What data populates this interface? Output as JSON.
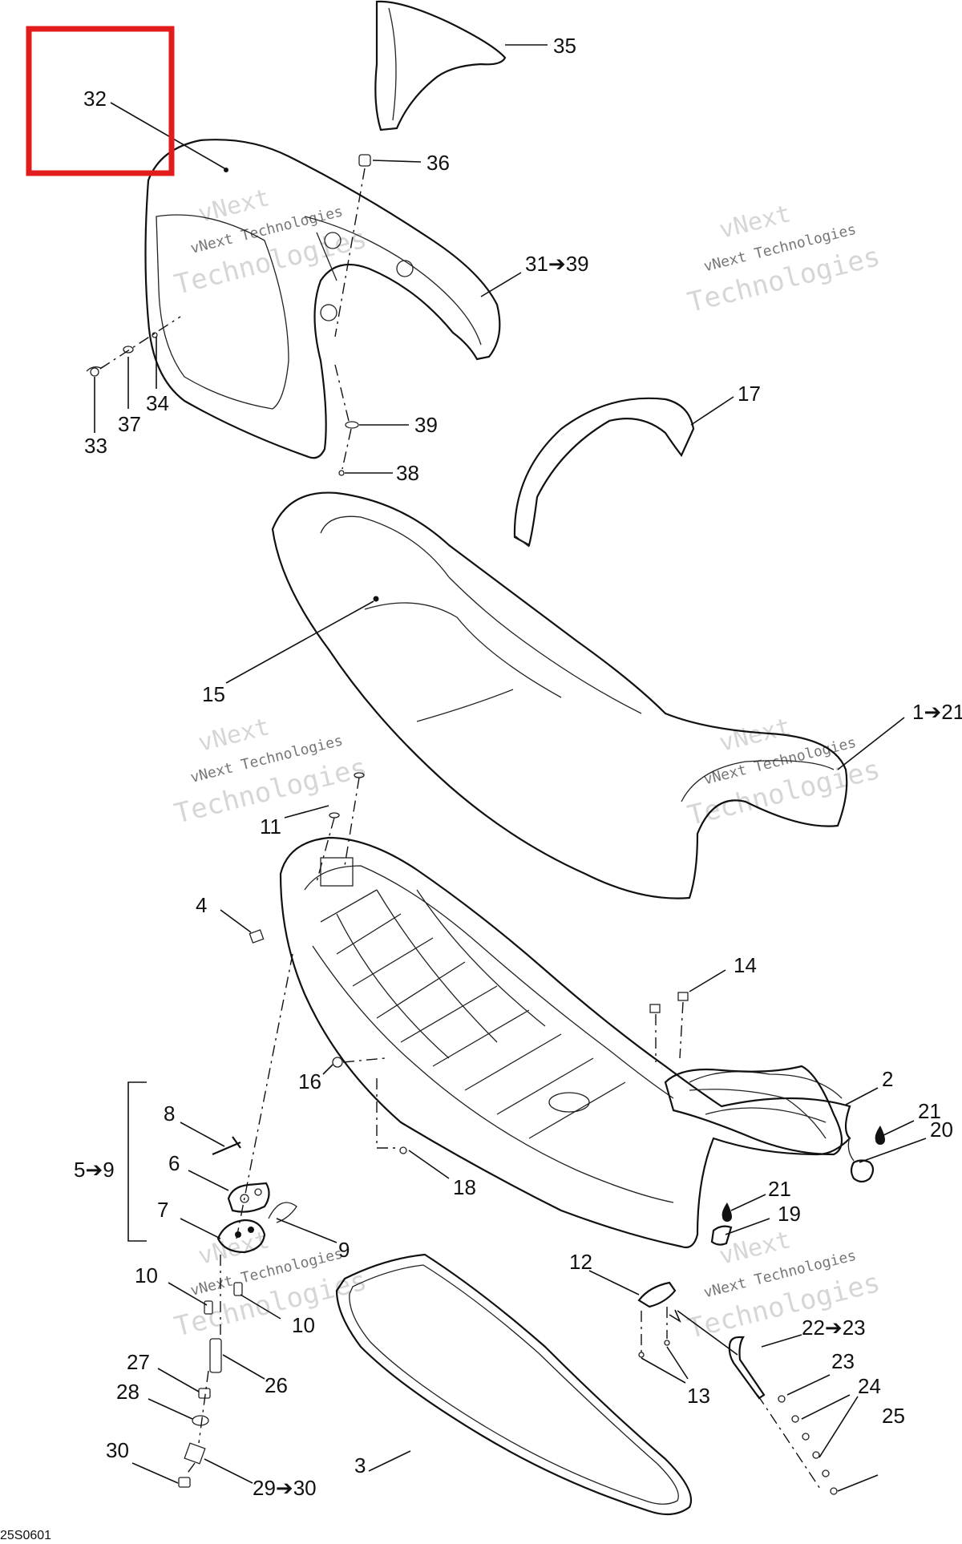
{
  "highlight": {
    "color": "#e21c1c",
    "target": "32"
  },
  "callouts": {
    "c35": "35",
    "c36": "36",
    "c32": "32",
    "c31_39": "31➔39",
    "c34": "34",
    "c37": "37",
    "c33": "33",
    "c39": "39",
    "c38": "38",
    "c17": "17",
    "c15": "15",
    "c1_21": "1➔21",
    "c11": "11",
    "c4": "4",
    "c14": "14",
    "c16": "16",
    "c2": "2",
    "c21a": "21",
    "c20": "20",
    "c8": "8",
    "c6": "6",
    "c5_9": "5➔9",
    "c18": "18",
    "c21b": "21",
    "c19": "19",
    "c7": "7",
    "c9": "9",
    "c12": "12",
    "c10a": "10",
    "c10b": "10",
    "c22_23": "22➔23",
    "c23": "23",
    "c24": "24",
    "c25": "25",
    "c27": "27",
    "c26": "26",
    "c28": "28",
    "c13": "13",
    "c30": "30",
    "c3": "3",
    "c29_30": "29➔30"
  },
  "figure_code": "25S0601",
  "watermark": {
    "line1": "vNext",
    "line2": "vNext Technologies",
    "line3": "Technologies"
  }
}
